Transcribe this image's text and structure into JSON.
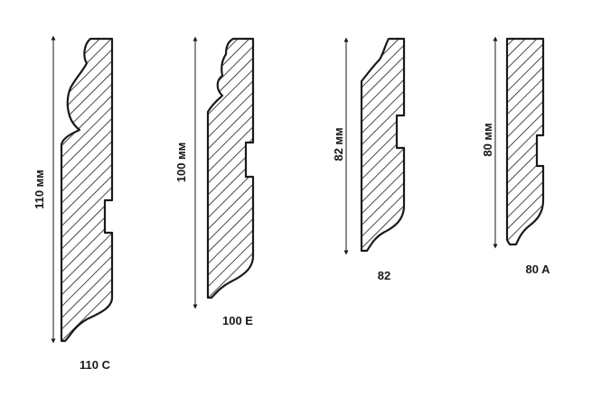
{
  "profiles": [
    {
      "name": "110 C",
      "height_label": "110 мм"
    },
    {
      "name": "100 E",
      "height_label": "100 мм"
    },
    {
      "name": "82",
      "height_label": "82 мм"
    },
    {
      "name": "80 A",
      "height_label": "80 мм"
    }
  ]
}
